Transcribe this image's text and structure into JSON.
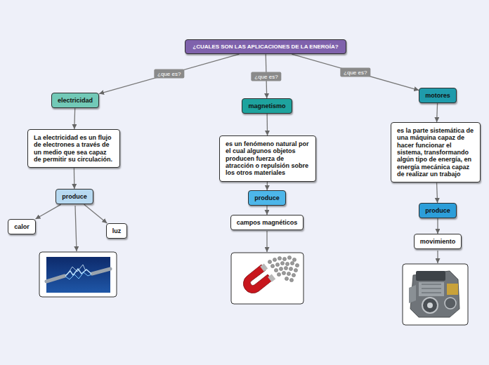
{
  "diagram": {
    "nodes": [
      {
        "text": [
          "¿CUALES SON LAS APLICACIONES DE LA ENERGÍA?"
        ]
      },
      {
        "text": [
          "electricidad"
        ]
      },
      {
        "text": [
          "magnetismo"
        ]
      },
      {
        "text": [
          "motores"
        ]
      },
      {
        "text": [
          "La electricidad es un flujo de electrones a través de un medio que sea capaz de permitir su circulación."
        ]
      },
      {
        "text": [
          "es un fenómeno natural por el cual algunos objetos producen fuerza de atracción o repulsión sobre los otros materiales"
        ]
      },
      {
        "text": [
          "es la parte sistemática de una máquina capaz de hacer funcionar el sistema, transformando algún tipo de energía, en energía mecánica capaz de realizar un trabajo"
        ]
      },
      {
        "text": [
          "produce"
        ]
      },
      {
        "text": [
          "produce"
        ]
      },
      {
        "text": [
          "produce"
        ]
      },
      {
        "text": [
          "calor"
        ]
      },
      {
        "text": [
          "luz"
        ]
      },
      {
        "text": [
          "campos magnéticos"
        ]
      },
      {
        "text": [
          "movimiento"
        ]
      }
    ],
    "edges": [
      {
        "from": 0,
        "to": 1,
        "label": "¿que es?",
        "arrow": "to"
      },
      {
        "from": 0,
        "to": 2,
        "label": "¿que es?",
        "arrow": "to"
      },
      {
        "from": 0,
        "to": 3,
        "label": "¿que es?",
        "arrow": "to"
      },
      {
        "from": 1,
        "to": 4,
        "arrow": "to"
      },
      {
        "from": 2,
        "to": 5,
        "arrow": "to"
      },
      {
        "from": 3,
        "to": 6,
        "arrow": "to"
      },
      {
        "from": 4,
        "to": 7,
        "arrow": "to"
      },
      {
        "from": 5,
        "to": 8,
        "arrow": "to"
      },
      {
        "from": 6,
        "to": 9,
        "arrow": "to"
      },
      {
        "from": 7,
        "to": 10,
        "arrow": "to"
      },
      {
        "from": 7,
        "to": 11,
        "arrow": "to"
      },
      {
        "from": 8,
        "to": 12,
        "arrow": "to"
      },
      {
        "from": 9,
        "to": 13,
        "arrow": "to"
      }
    ]
  }
}
